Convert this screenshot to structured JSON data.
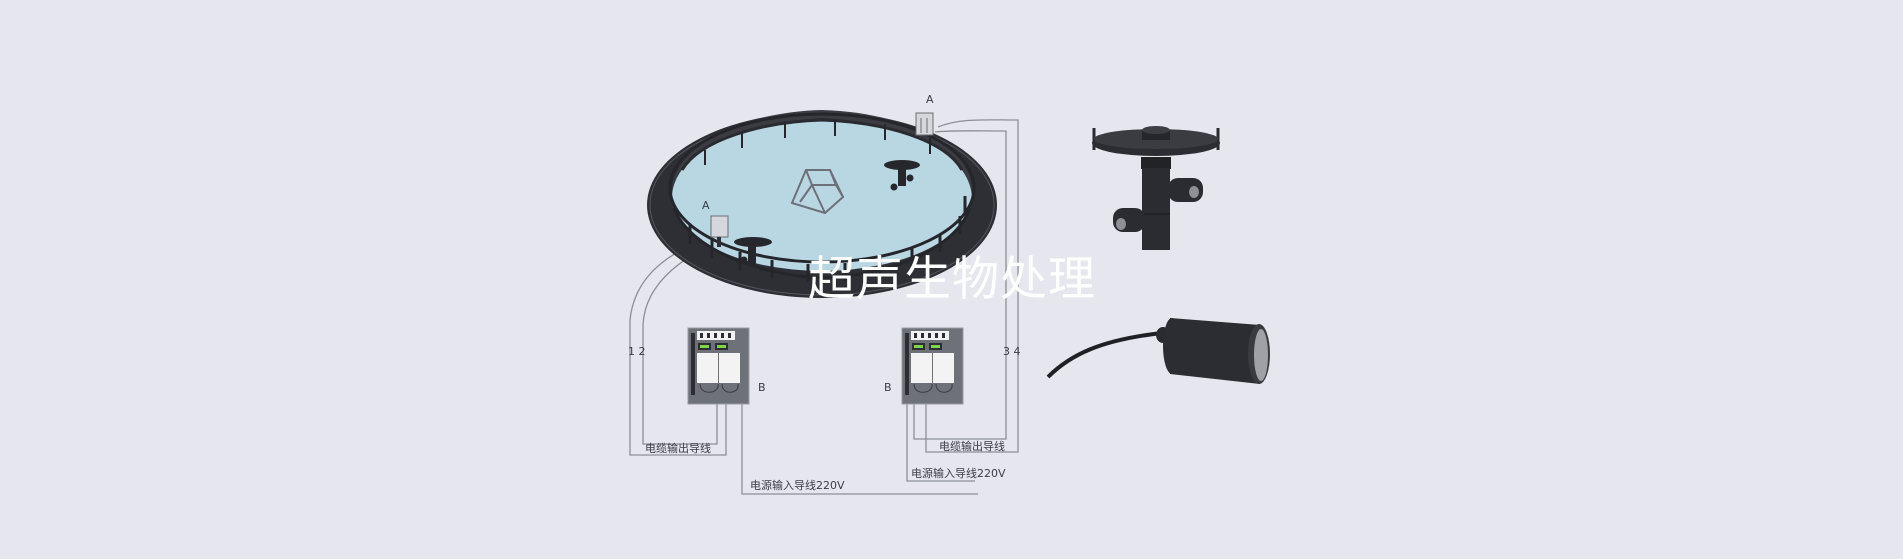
{
  "banner": {
    "title": "超声生物处理",
    "background_color": "#e6e7ee"
  },
  "diagram": {
    "tank": {
      "water_color": "#b9d6e3",
      "rim_color": "#2e2f35"
    },
    "labels": {
      "transducer_a_left": "A",
      "transducer_a_right": "A",
      "controller_b_left": "B",
      "controller_b_right": "B",
      "wires_left": "1 2",
      "wires_right": "3 4",
      "cable_output_left": "电缆输出导线",
      "cable_output_right": "电缆输出导线",
      "power_input_left": "电源输入导线220V",
      "power_input_right": "电源输入导线220V"
    },
    "products": [
      {
        "name": "floating-ultrasonic-unit"
      },
      {
        "name": "submersible-transducer-probe"
      }
    ]
  }
}
